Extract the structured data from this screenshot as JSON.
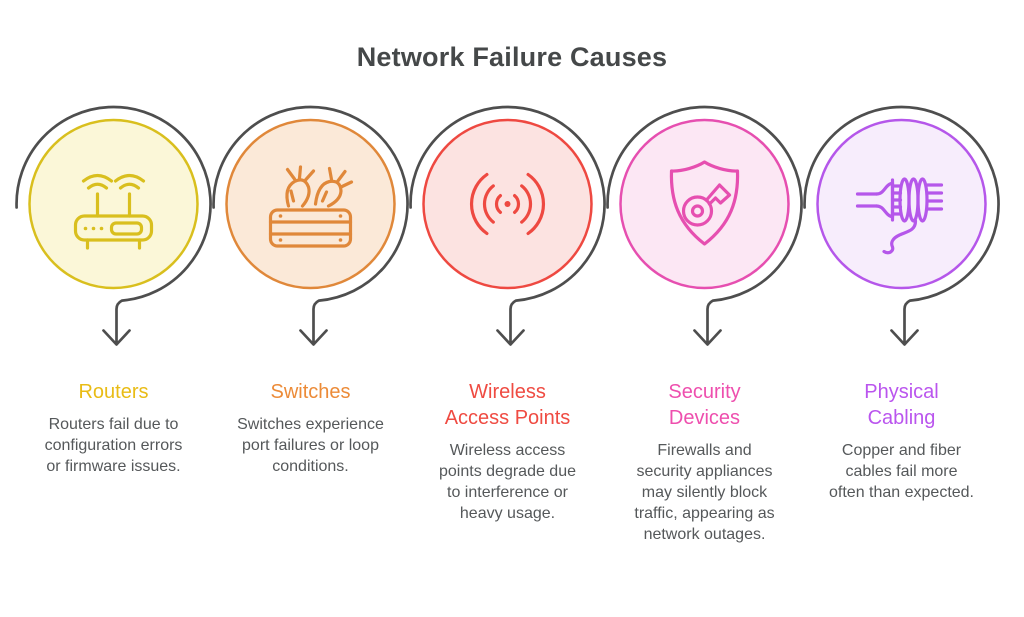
{
  "title": "Network Failure Causes",
  "theme": {
    "background": "#ffffff",
    "heading": "#454849",
    "body_text": "#55585a",
    "swirl": "#4e4e4e"
  },
  "items": [
    {
      "icon": "router-icon",
      "label": "Routers",
      "description": "Routers fail due to\nconfiguration errors\nor firmware issues.",
      "accent": "#e9bc16",
      "stroke": "#d9bf1e",
      "fill": "#fbf7d8"
    },
    {
      "icon": "switch-icon",
      "label": "Switches",
      "description": "Switches experience\nport failures or loop\nconditions.",
      "accent": "#ec8b38",
      "stroke": "#e0883a",
      "fill": "#fbe9d8"
    },
    {
      "icon": "wireless-signal-icon",
      "label": "Wireless\nAccess Points",
      "description": "Wireless access\npoints degrade due\nto interference or\nheavy usage.",
      "accent": "#ef4b42",
      "stroke": "#ee4941",
      "fill": "#fce3e1"
    },
    {
      "icon": "shield-key-icon",
      "label": "Security\nDevices",
      "description": "Firewalls and\nsecurity appliances\nmay silently block\ntraffic, appearing as\nnetwork outages.",
      "accent": "#ee4fae",
      "stroke": "#e64fb0",
      "fill": "#fce7f4"
    },
    {
      "icon": "cable-icon",
      "label": "Physical\nCabling",
      "description": "Copper and fiber\ncables fail more\noften than expected.",
      "accent": "#ba55ee",
      "stroke": "#b557ea",
      "fill": "#f7edfc"
    }
  ]
}
